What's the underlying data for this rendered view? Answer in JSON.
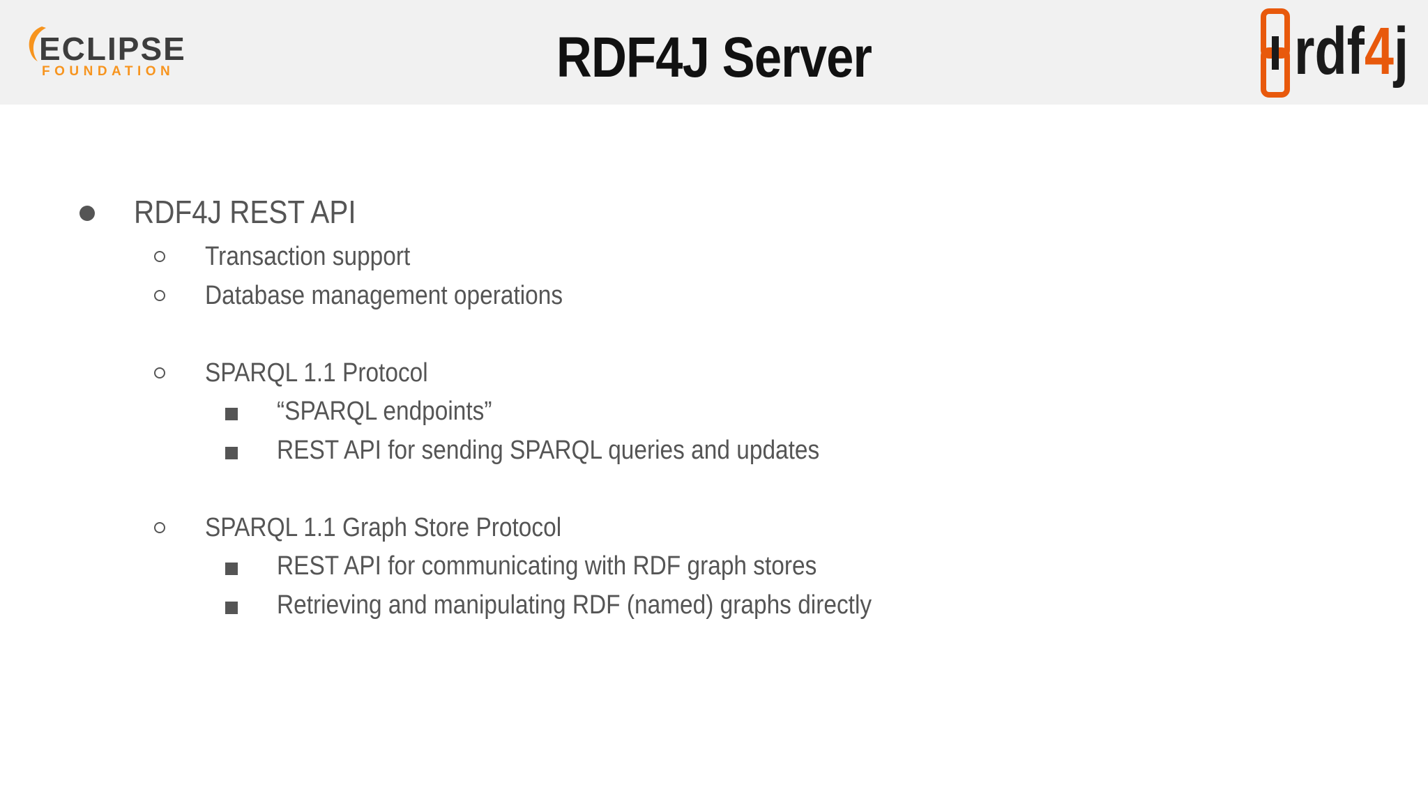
{
  "slide": {
    "title": "RDF4J Server"
  },
  "logos": {
    "eclipse": {
      "word": "ECLIPSE",
      "sub": "FOUNDATION",
      "icon": "eclipse-arc-icon"
    },
    "rdf4j": {
      "text_main": "rdf",
      "text_accent": "4",
      "text_end": "j",
      "icon": "chain-link-icon"
    }
  },
  "colors": {
    "header_bg": "#f1f1f1",
    "title": "#111111",
    "body_text": "#555555",
    "eclipse_orange": "#f7941e",
    "eclipse_dark": "#3d3d3d",
    "rdf4j_orange": "#e8590c",
    "rdf4j_dark": "#1a1a1a"
  },
  "content": {
    "items": [
      {
        "level": 1,
        "bullet": "disc",
        "text": "RDF4J REST API"
      },
      {
        "level": 2,
        "bullet": "circle",
        "text": "Transaction support"
      },
      {
        "level": 2,
        "bullet": "circle",
        "text": "Database management operations"
      },
      {
        "level": 2,
        "bullet": "circle",
        "text": "SPARQL 1.1 Protocol"
      },
      {
        "level": 3,
        "bullet": "square",
        "text": "“SPARQL endpoints”"
      },
      {
        "level": 3,
        "bullet": "square",
        "text": "REST API for sending SPARQL queries and updates"
      },
      {
        "level": 2,
        "bullet": "circle",
        "text": "SPARQL 1.1 Graph Store Protocol"
      },
      {
        "level": 3,
        "bullet": "square",
        "text": "REST API for communicating with RDF graph stores"
      },
      {
        "level": 3,
        "bullet": "square",
        "text": "Retrieving and manipulating RDF (named) graphs directly"
      }
    ]
  }
}
